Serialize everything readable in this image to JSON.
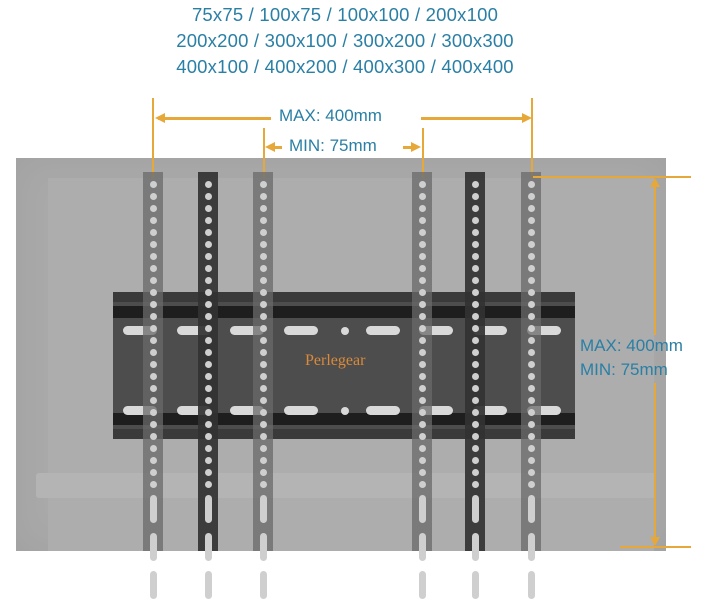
{
  "vesa_patterns": {
    "line1": "75x75 / 100x75 / 100x100 / 200x100",
    "line2": "200x200 / 300x100 / 300x200 / 300x300",
    "line3": "400x100 / 400x200 / 400x300 / 400x400"
  },
  "horizontal_dimension": {
    "max_label": "MAX: 400mm",
    "min_label": "MIN: 75mm"
  },
  "vertical_dimension": {
    "max_label": "MAX: 400mm",
    "min_label": "MIN: 75mm"
  },
  "brand": {
    "logo_text": "Perlegear"
  },
  "colors": {
    "text_blue": "#2a7fa5",
    "dimension_orange": "#e6a838",
    "tv_gray": "#a9a9a9",
    "bracket_dark": "#4d4d4d",
    "brand_orange": "#d98a3a"
  }
}
